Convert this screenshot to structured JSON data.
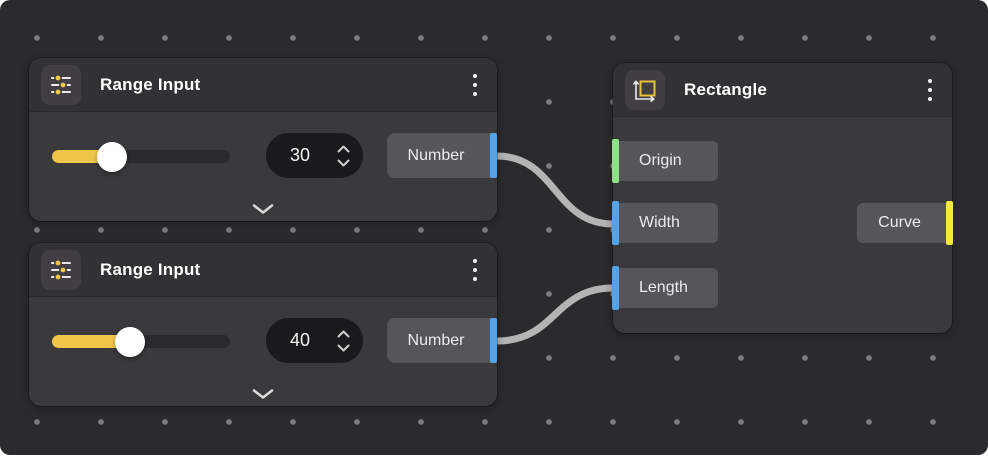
{
  "canvas": {
    "type": "node-editor-grid"
  },
  "colors": {
    "canvas_bg": "#2b2b2d",
    "grid_dot": "#7c7c80",
    "node_bg": "#3a3a3c",
    "node_header_bg": "#323234",
    "port_label_bg": "#55555a",
    "stepper_bg": "#1a1a1c",
    "port_blue": "#52a3ea",
    "port_green": "#8fe089",
    "port_yellow": "#f3e83c",
    "slider_fill_yellow": "#f0c64a",
    "slider_knob": "#ffffff",
    "wire": "#b4b4b4",
    "title_text": "#ffffff",
    "label_text": "#ebebeb"
  },
  "icons": {
    "range_input": "sliders-icon",
    "rectangle": "rectangle-dimensions-icon",
    "node_menu": "kebab-menu-icon",
    "stepper_up": "chevron-up-icon",
    "stepper_down": "chevron-down-icon",
    "collapse": "chevron-down-icon"
  },
  "nodes": {
    "range_input_1": {
      "title": "Range Input",
      "value": "30",
      "slider_percent": 30,
      "output_label": "Number"
    },
    "range_input_2": {
      "title": "Range Input",
      "value": "40",
      "slider_percent": 40,
      "output_label": "Number"
    },
    "rectangle": {
      "title": "Rectangle",
      "inputs": [
        "Origin",
        "Width",
        "Length"
      ],
      "outputs": [
        "Curve"
      ]
    }
  },
  "connections": [
    {
      "from": "range_input_1.Number",
      "to": "rectangle.Width"
    },
    {
      "from": "range_input_2.Number",
      "to": "rectangle.Length"
    }
  ]
}
